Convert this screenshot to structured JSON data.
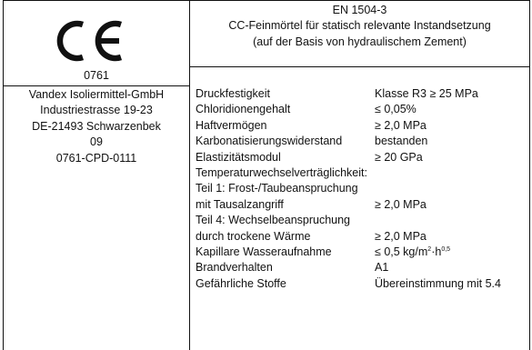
{
  "left_top": {
    "logo_text": "CE",
    "notified_body": "0761"
  },
  "manufacturer": {
    "lines": [
      "Vandex Isoliermittel-GmbH",
      "Industriestrasse 19-23",
      "DE-21493 Schwarzenbek",
      "09",
      "0761-CPD-0111"
    ]
  },
  "header": {
    "standard": "EN 1504-3",
    "line1": "CC-Feinmörtel für statisch relevante Instandsetzung",
    "line2": "(auf der Basis von hydraulischem Zement)"
  },
  "properties": [
    {
      "label": "Druckfestigkeit",
      "value": "Klasse R3 ≥ 25 MPa"
    },
    {
      "label": "Chloridionengehalt",
      "value": "≤ 0,05%"
    },
    {
      "label": "Haftvermögen",
      "value": "≥ 2,0 MPa"
    },
    {
      "label": "Karbonatisierungswiderstand",
      "value": "bestanden"
    },
    {
      "label": "Elastizitätsmodul",
      "value": "≥ 20 GPa"
    },
    {
      "label": "Temperaturwechselverträglichkeit:",
      "value": ""
    },
    {
      "label": "Teil 1: Frost-/Taubeanspruchung",
      "value": ""
    },
    {
      "label": "mit Tausalzangriff",
      "value": "≥ 2,0 MPa"
    },
    {
      "label": "Teil 4: Wechselbeanspruchung",
      "value": ""
    },
    {
      "label": "durch trockene Wärme",
      "value": "≥ 2,0 MPa"
    },
    {
      "label": "Kapillare Wasseraufnahme",
      "value": "≤ 0,5 kg/m",
      "value_sup1": "2",
      "value_mid": "·h",
      "value_sup2": "0,5"
    },
    {
      "label": "Brandverhalten",
      "value": "A1"
    },
    {
      "label": "Gefährliche Stoffe",
      "value": "Übereinstimmung mit 5.4"
    }
  ]
}
